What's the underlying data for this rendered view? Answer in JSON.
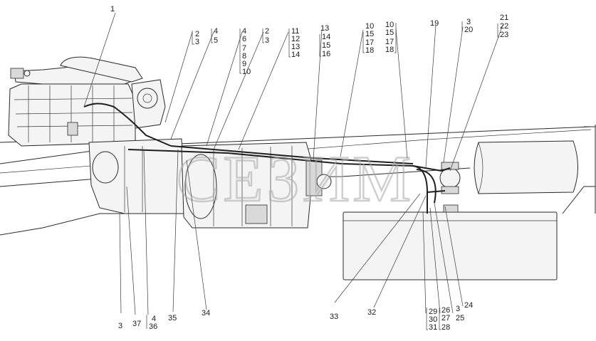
{
  "watermark": "СЕЗИМ",
  "callouts_top": [
    {
      "id": "c1",
      "lines": [
        "1"
      ]
    },
    {
      "id": "c2",
      "lines": [
        "2",
        "3"
      ]
    },
    {
      "id": "c3",
      "lines": [
        "4",
        "5"
      ]
    },
    {
      "id": "c4",
      "lines": [
        "4",
        "6",
        "7",
        "8",
        "9",
        "10"
      ]
    },
    {
      "id": "c5",
      "lines": [
        "2",
        "3"
      ]
    },
    {
      "id": "c6",
      "lines": [
        "11",
        "12",
        "13",
        "14"
      ]
    },
    {
      "id": "c7",
      "lines": [
        "13",
        "14",
        "15",
        "16"
      ]
    },
    {
      "id": "c8",
      "lines": [
        "10",
        "15",
        "17",
        "18"
      ]
    },
    {
      "id": "c9",
      "lines": [
        "10",
        "15",
        "17",
        "18"
      ]
    },
    {
      "id": "c10",
      "lines": [
        "19"
      ]
    },
    {
      "id": "c11",
      "lines": [
        "3",
        "20"
      ]
    },
    {
      "id": "c12",
      "lines": [
        "21",
        "22",
        "23"
      ]
    }
  ],
  "callouts_bottom": [
    {
      "id": "b1",
      "lines": [
        "3"
      ]
    },
    {
      "id": "b2",
      "lines": [
        "37"
      ]
    },
    {
      "id": "b3",
      "lines": [
        "4",
        "36"
      ]
    },
    {
      "id": "b4",
      "lines": [
        "35"
      ]
    },
    {
      "id": "b5",
      "lines": [
        "34"
      ]
    },
    {
      "id": "b6",
      "lines": [
        "33"
      ]
    },
    {
      "id": "b7",
      "lines": [
        "32"
      ]
    },
    {
      "id": "b8",
      "lines": [
        "29",
        "30",
        "31"
      ]
    },
    {
      "id": "b9",
      "lines": [
        "26",
        "27",
        "28"
      ]
    },
    {
      "id": "b10",
      "lines": [
        "3",
        "25"
      ]
    },
    {
      "id": "b11",
      "lines": [
        "24"
      ]
    }
  ]
}
